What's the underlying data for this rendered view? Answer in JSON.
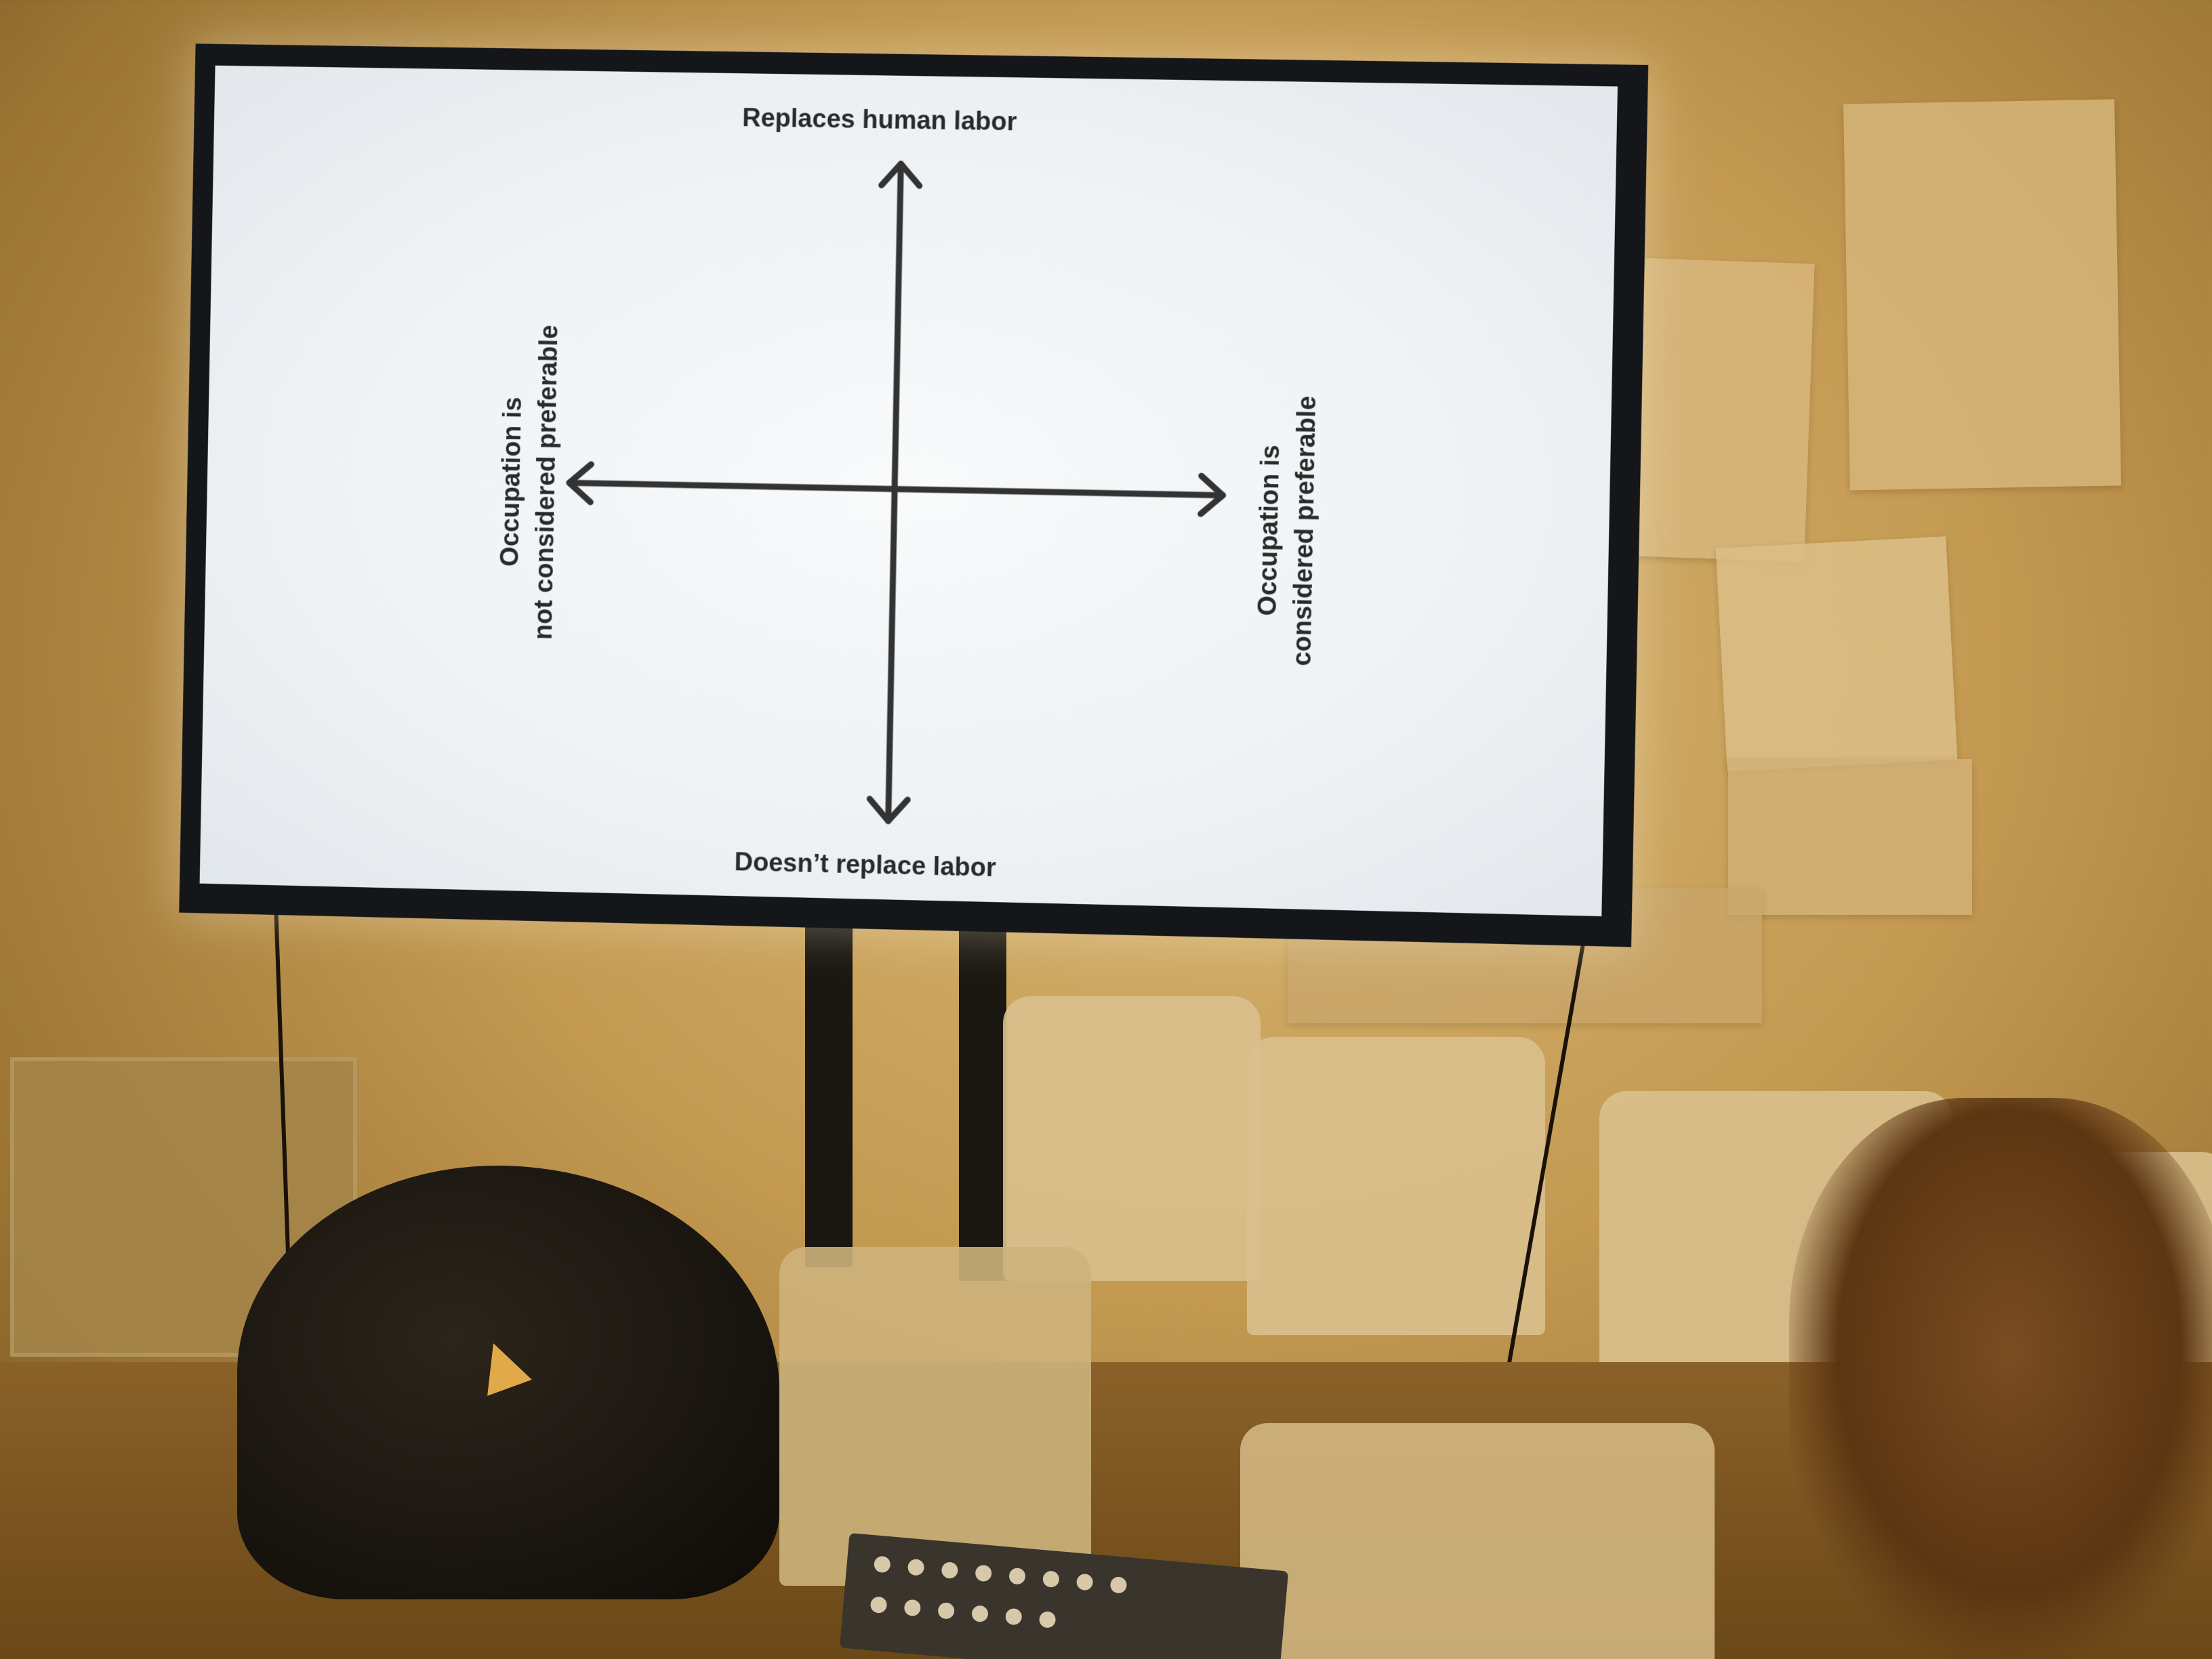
{
  "screen": {
    "top_label": "Replaces human labor",
    "bottom_label": "Doesn’t replace labor",
    "left_label": {
      "line1": "Occupation is",
      "line2": "not considered preferable"
    },
    "right_label": {
      "line1": "Occupation is",
      "line2": "considered preferable"
    }
  },
  "colors": {
    "screen_bg": "#f1f4f6",
    "axis": "#333333",
    "bezel": "#14161a",
    "room_light": "#d8b673"
  }
}
